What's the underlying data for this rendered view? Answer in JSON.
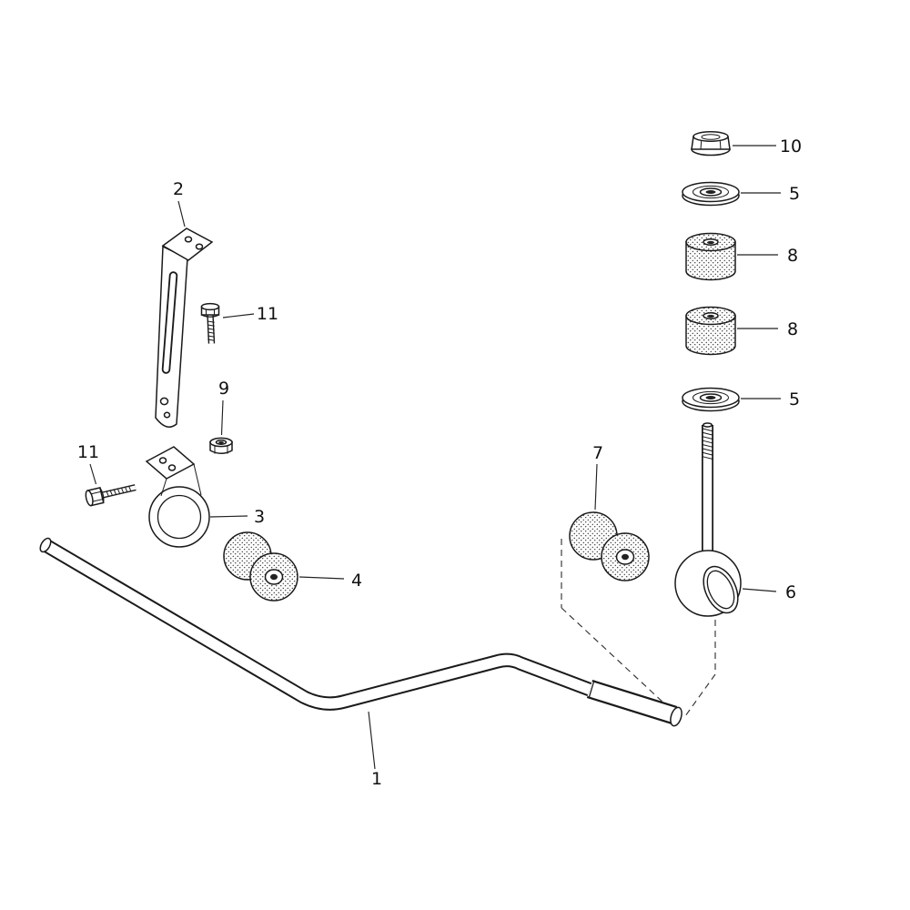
{
  "diagram": {
    "background": "#ffffff",
    "ink": "#1a1a1a",
    "callouts": {
      "bar": "1",
      "bracket": "2",
      "clamp": "3",
      "bushing": "4",
      "washer_upper": "5",
      "washer_lower": "5",
      "link": "6",
      "spool": "7",
      "cylinder_upper": "8",
      "cylinder_lower": "8",
      "nut": "9",
      "locknut": "10",
      "bolt_upper": "11",
      "bolt_left": "11"
    }
  }
}
